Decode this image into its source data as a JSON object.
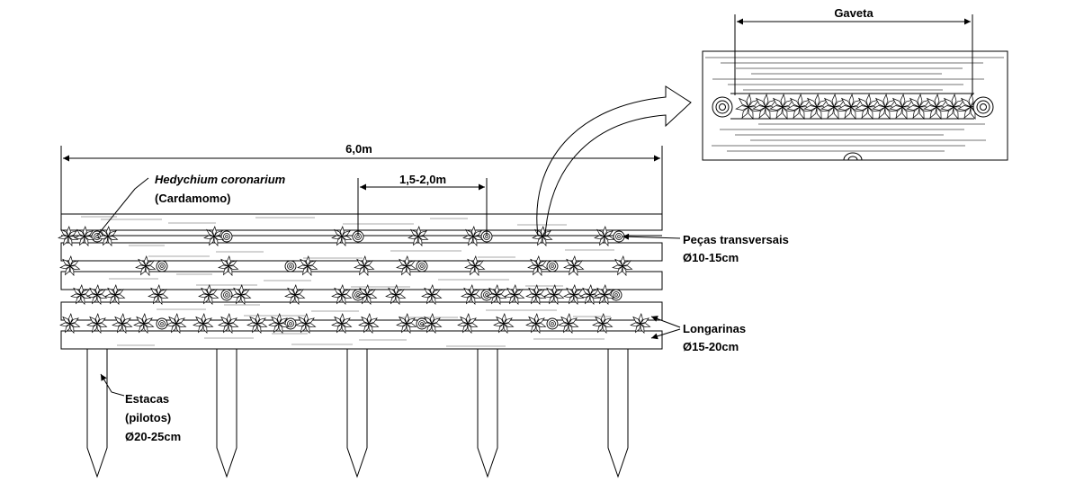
{
  "labels": {
    "total_length": "6,0m",
    "spacing": "1,5-2,0m",
    "species": "Hedychium coronarium",
    "common_name": "(Cardamomo)",
    "transversal_pieces": "Peças transversais",
    "transversal_diameter": "Ø10-15cm",
    "longitudinal_beams": "Longarinas",
    "longitudinal_diameter": "Ø15-20cm",
    "stakes": "Estacas",
    "stakes_alt": "(pilotos)",
    "stakes_diameter": "Ø20-25cm",
    "detail_title": "Gaveta"
  }
}
